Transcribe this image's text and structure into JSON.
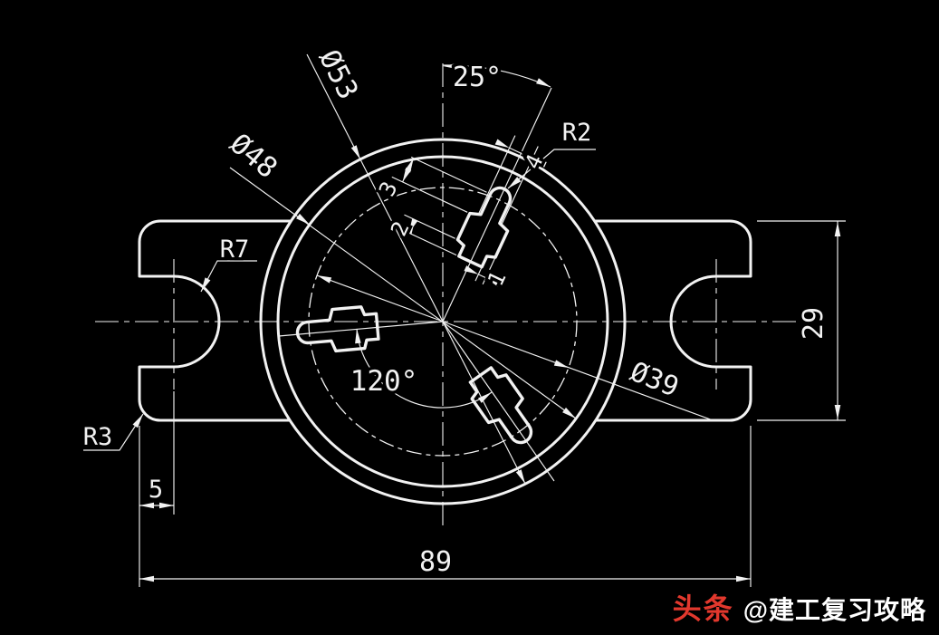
{
  "drawing": {
    "diameters": {
      "outer": "Ø53",
      "inner": "Ø48",
      "pitch_circle": "Ø39"
    },
    "radii": {
      "plate_corner": "R3",
      "notch": "R7",
      "terminal_tip": "R2"
    },
    "angles": {
      "terminal_from_vertical": "25°",
      "between_terminals": "120°"
    },
    "linear": {
      "overall_width": "89",
      "plate_height": "29",
      "notch_center_offset": "5",
      "terminal_detail_a": "3",
      "terminal_detail_b": "2",
      "terminal_detail_c": "4",
      "terminal_detail_d": "1"
    }
  },
  "watermark": {
    "brand": "头条",
    "handle": "@建工复习攻略"
  },
  "colors": {
    "background": "#000000",
    "line": "#f2f2f2",
    "watermark_brand": "#e2382d",
    "watermark_text": "#ffffff"
  }
}
